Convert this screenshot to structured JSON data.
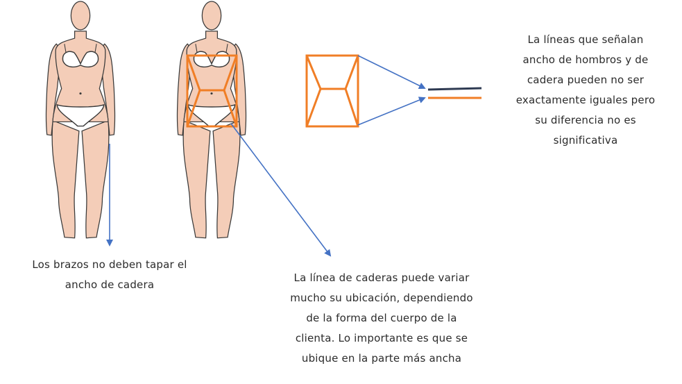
{
  "captions": {
    "arms": [
      "Los brazos no deben tapar el",
      "ancho de cadera"
    ],
    "hips": [
      "La línea de caderas puede variar",
      "mucho su ubicación, dependiendo",
      "de la forma del cuerpo de la",
      "clienta. Lo importante es que se",
      "ubique en la parte más ancha"
    ],
    "lines": [
      "La líneas que señalan",
      "ancho de hombros y de",
      "cadera pueden no ser",
      "exactamente iguales pero",
      "su diferencia no es",
      "significativa"
    ]
  },
  "colors": {
    "skin": "#f4cdb8",
    "outline": "#3a3a3a",
    "underwear": "#ffffff",
    "guide_orange": "#f07e26",
    "arrow_blue": "#4472c4",
    "shoulder_line": "#2e3a52",
    "text": "#2b2b2b"
  }
}
